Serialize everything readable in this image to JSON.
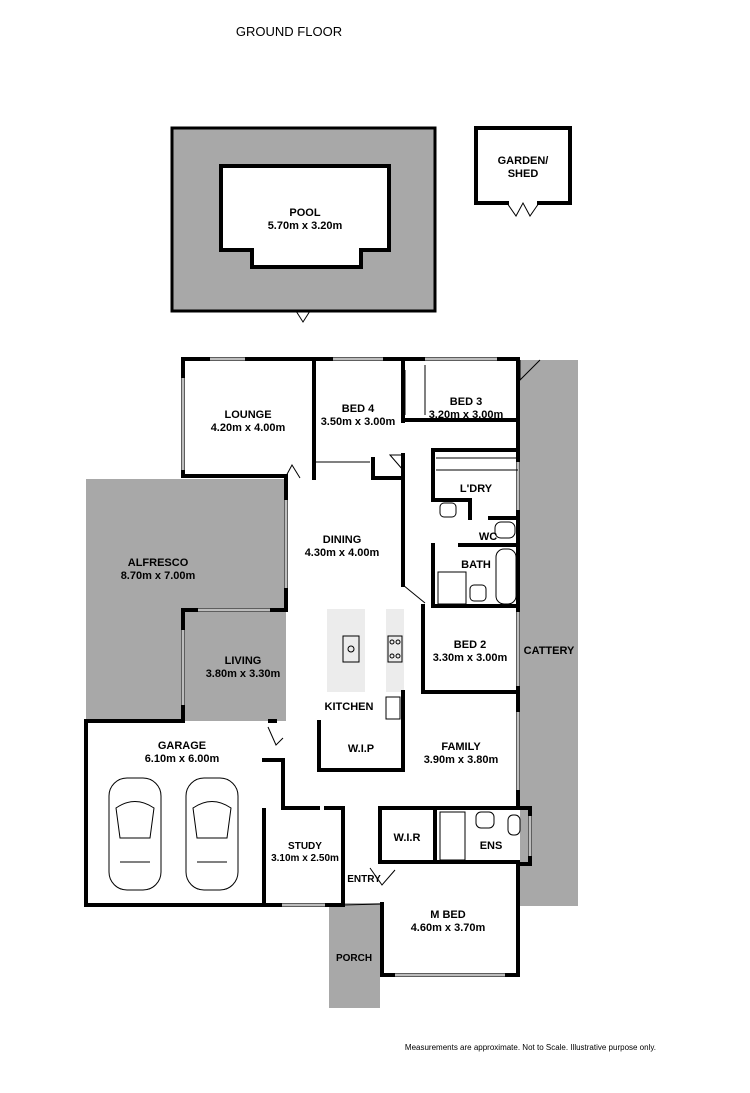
{
  "title": "GROUND FLOOR",
  "disclaimer": "Measurements are approximate.  Not to Scale.  Illustrative purpose only.",
  "colors": {
    "wall": "#000000",
    "outdoor_area": "#a8a8a8",
    "window": "#bdbdbd",
    "kitchen_bench": "#ececec"
  },
  "rooms": {
    "pool": {
      "name": "POOL",
      "dims": "5.70m  x 3.20m"
    },
    "garden_shed": {
      "name_line1": "GARDEN/",
      "name_line2": "SHED"
    },
    "lounge": {
      "name": "LOUNGE",
      "dims": "4.20m  x 4.00m"
    },
    "bed4": {
      "name": "BED 4",
      "dims": "3.50m  x 3.00m"
    },
    "bed3": {
      "name": "BED 3",
      "dims": "3.20m  x 3.00m"
    },
    "laundry": {
      "name": "L'DRY"
    },
    "wc": {
      "name": "WC"
    },
    "bath": {
      "name": "BATH"
    },
    "dining": {
      "name": "DINING",
      "dims": "4.30m  x 4.00m"
    },
    "alfresco": {
      "name": "ALFRESCO",
      "dims": "8.70m  x 7.00m"
    },
    "living": {
      "name": "LIVING",
      "dims": "3.80m  x 3.30m"
    },
    "bed2": {
      "name": "BED 2",
      "dims": "3.30m  x 3.00m"
    },
    "cattery": {
      "name": "CATTERY"
    },
    "kitchen": {
      "name": "KITCHEN"
    },
    "wip": {
      "name": "W.I.P"
    },
    "family": {
      "name": "FAMILY",
      "dims": "3.90m  x 3.80m"
    },
    "garage": {
      "name": "GARAGE",
      "dims": "6.10m  x 6.00m"
    },
    "study": {
      "name": "STUDY",
      "dims": "3.10m  x 2.50m"
    },
    "wir": {
      "name": "W.I.R"
    },
    "ensuite": {
      "name": "ENS"
    },
    "entry": {
      "name": "ENTRY"
    },
    "mbed": {
      "name": "M BED",
      "dims": "4.60m  x 3.70m"
    },
    "porch": {
      "name": "PORCH"
    }
  }
}
